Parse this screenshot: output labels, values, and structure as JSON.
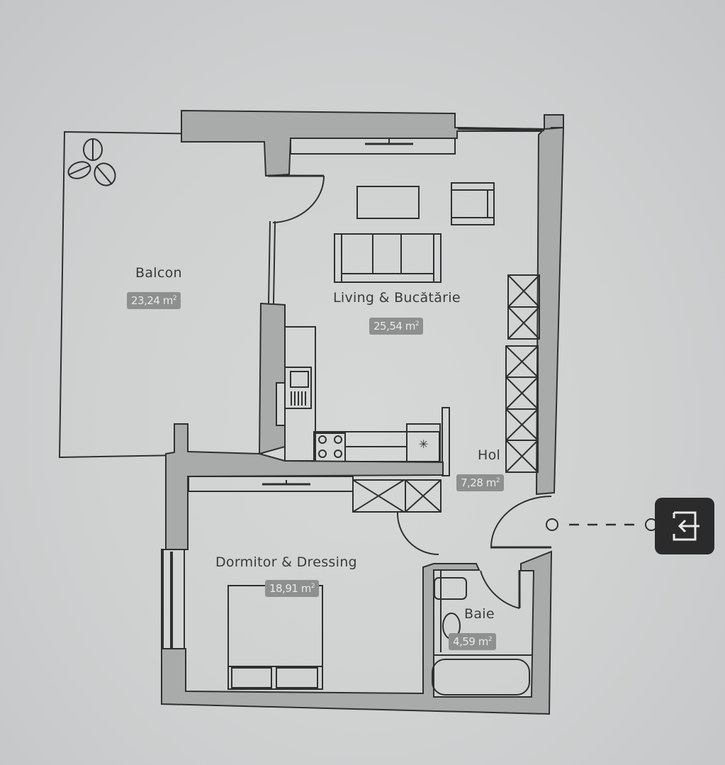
{
  "plan": {
    "rooms": [
      {
        "id": "balcon",
        "name": "Balcon",
        "area": "23,24",
        "unit": "m",
        "unit_exp": "2"
      },
      {
        "id": "living",
        "name": "Living & Bucătărie",
        "area": "25,54",
        "unit": "m",
        "unit_exp": "2"
      },
      {
        "id": "hol",
        "name": "Hol",
        "area": "7,28",
        "unit": "m",
        "unit_exp": "2"
      },
      {
        "id": "dormitor",
        "name": "Dormitor & Dressing",
        "area": "18,91",
        "unit": "m",
        "unit_exp": "2"
      },
      {
        "id": "baie",
        "name": "Baie",
        "area": "4,59",
        "unit": "m",
        "unit_exp": "2"
      }
    ],
    "icons": {
      "plant": "plant-icon",
      "entrance": "entrance-door-icon"
    },
    "colors": {
      "wall_fill": "#a9abab",
      "line": "#2f2f2f",
      "badge_bg": "#8e8f8f",
      "badge_text": "#e9eaea",
      "entrance_bg": "#2b2b2b",
      "background": "#d2d4d4"
    }
  }
}
